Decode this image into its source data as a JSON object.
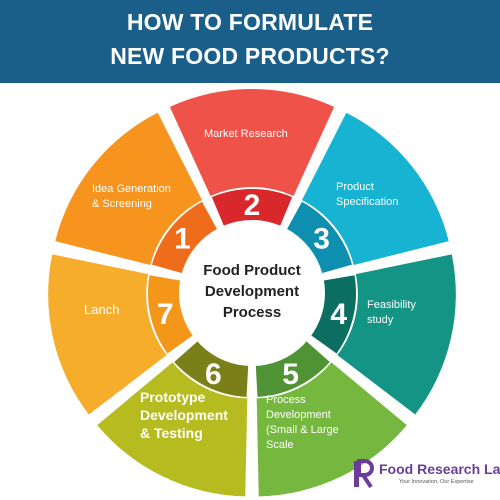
{
  "header": {
    "line1": "HOW TO FORMULATE",
    "line2": "NEW FOOD PRODUCTS?",
    "bg_color": "#1a5f8a"
  },
  "center": {
    "line1": "Food Product",
    "line2": "Development",
    "line3": "Process"
  },
  "steps": [
    {
      "number": "1",
      "label_lines": [
        "Idea Generation",
        "& Screening"
      ],
      "color": "#f7941d",
      "dark_color": "#ef6c1a"
    },
    {
      "number": "2",
      "label_lines": [
        "Market Research"
      ],
      "color": "#ee5249",
      "dark_color": "#d9282c"
    },
    {
      "number": "3",
      "label_lines": [
        "Product",
        "Specification"
      ],
      "color": "#16b3d3",
      "dark_color": "#0f8fb0"
    },
    {
      "number": "4",
      "label_lines": [
        "Feasibility",
        "study"
      ],
      "color": "#149484",
      "dark_color": "#0c6d62"
    },
    {
      "number": "5",
      "label_lines": [
        "Process",
        "Development",
        "(Small & Large",
        "Scale"
      ],
      "color": "#76b83f",
      "dark_color": "#4f9334"
    },
    {
      "number": "6",
      "label_lines": [
        "Prototype",
        "Development",
        "& Testing"
      ],
      "color": "#b6bb20",
      "dark_color": "#7a7f18"
    },
    {
      "number": "7",
      "label_lines": [
        "Lanch"
      ],
      "color": "#f6ad2c",
      "dark_color": "#f3961a"
    }
  ],
  "brand": {
    "name": "Food Research Lab",
    "tagline": "Your Innovation, Our Expertise",
    "color": "#6a3d9a"
  }
}
